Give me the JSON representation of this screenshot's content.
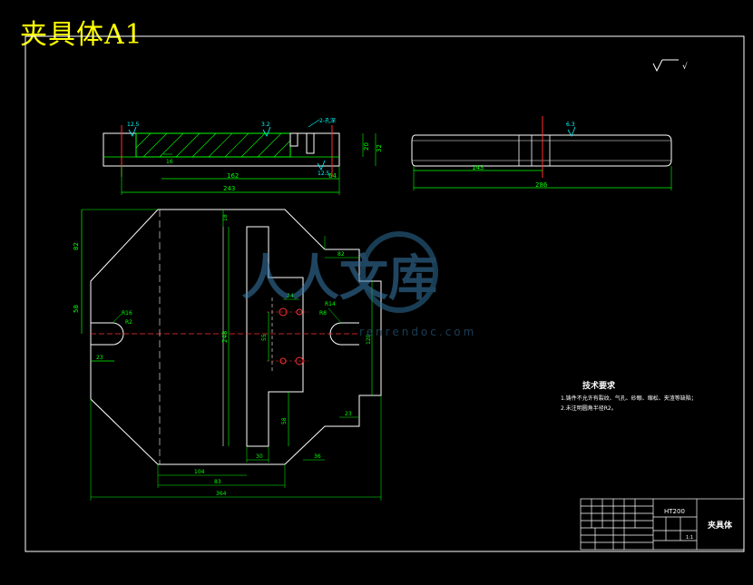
{
  "title": "夹具体A1",
  "surface_mark": "√ ",
  "front_view": {
    "roughness_left": "12.5",
    "roughness_mid": "3.2",
    "hole_note": "2-孔深",
    "roughness_right": "12.5",
    "dim_16": "16",
    "dim_162": "162",
    "dim_64": "64",
    "dim_243": "243",
    "dim_20": "20",
    "dim_32": "32"
  },
  "side_view": {
    "roughness": "6.3",
    "dim_143": "143",
    "dim_286": "286"
  },
  "plan_view": {
    "dim_82_left": "82",
    "dim_58": "58",
    "dim_r16": "R16",
    "dim_r2": "R2",
    "dim_23_left": "23",
    "dim_18": "18",
    "dim_248": "248",
    "dim_24": "24",
    "dim_55": "55",
    "dim_58_inner": "58",
    "dim_104": "104",
    "dim_30": "30",
    "dim_36": "36",
    "dim_83": "83",
    "dim_364": "364",
    "dim_82_right": "82",
    "dim_r14": "R14",
    "dim_r8": "R8",
    "dim_120": "120",
    "dim_23_right": "23"
  },
  "tech_req": {
    "heading": "技术要求",
    "line1": "1.铸件不允许有裂纹、气孔、砂眼、缩松、夹渣等缺陷；",
    "line2": "2.未注明圆角半径R2。"
  },
  "title_block": {
    "material": "HT200",
    "part_name": "夹具体",
    "scale": "1:1"
  },
  "watermark": {
    "main": "人人文库",
    "sub": "renrendoc.com"
  }
}
